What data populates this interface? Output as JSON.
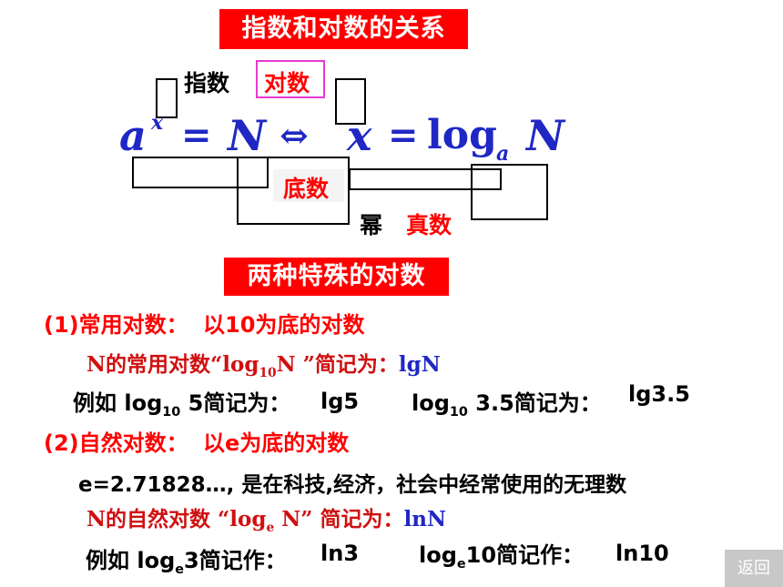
{
  "header": {
    "title": "指数和对数的关系"
  },
  "diagram": {
    "label_exponent": "指数",
    "label_logarithm": "对数",
    "label_base": "底数",
    "label_power": "幂",
    "label_antilog": "真数",
    "formula": {
      "a": "a",
      "x_sup": "x",
      "eq1": "=",
      "N1": "N",
      "arrow": "⇔",
      "x": "x",
      "eq2": "=",
      "log": "log",
      "sub_a": "a",
      "N2": "N"
    }
  },
  "special": {
    "title": "两种特殊的对数",
    "common_heading": "(1)常用对数：",
    "common_desc": "以10为底的对数",
    "common_def_prefix": "N的常用对数“",
    "common_def_log": "log",
    "common_def_sub": "10",
    "common_def_N": "N ”简记为：",
    "common_def_result": "lgN",
    "common_ex_prefix": "例如 log",
    "common_ex_sub": "10",
    "common_ex_mid": " 5简记为：",
    "common_ex_result1": "lg5",
    "common_ex2_log": "log",
    "common_ex2_sub": "10",
    "common_ex2_mid": " 3.5简记为：",
    "common_ex_result2": "lg3.5",
    "natural_heading": "(2)自然对数：",
    "natural_desc": "以e为底的对数",
    "e_desc": "e=2.71828…, 是在科技,经济，社会中经常使用的无理数",
    "natural_def_prefix": "N的自然对数 “",
    "natural_def_log": "log",
    "natural_def_sub": "e",
    "natural_def_N": " N” 简记为：",
    "natural_def_result": "lnN",
    "natural_ex_prefix": "例如 log",
    "natural_ex_sub": "e",
    "natural_ex_mid": "3简记作：",
    "natural_ex_result1": "ln3",
    "natural_ex2_log": "log",
    "natural_ex2_sub": "e",
    "natural_ex2_mid": "10简记作：",
    "natural_ex_result2": "ln10"
  },
  "nav": {
    "back_label": "返回"
  },
  "colors": {
    "accent_red": "#ff0000",
    "formula_blue": "#1f27c4",
    "back_button": "#c8c8c8"
  }
}
